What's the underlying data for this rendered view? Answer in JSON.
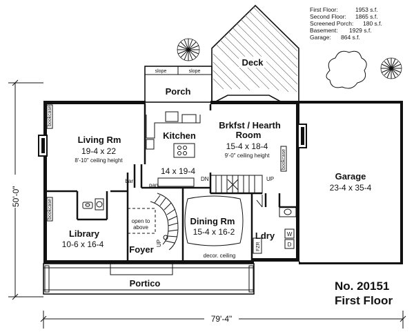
{
  "square_footage": [
    {
      "label": "First Floor:",
      "value": "1953 s.f."
    },
    {
      "label": "Second Floor:",
      "value": "1865 s.f."
    },
    {
      "label": "Screened Porch:",
      "value": "180 s.f."
    },
    {
      "label": "Basement:",
      "value": "1929 s.f."
    },
    {
      "label": "Garage:",
      "value": "864 s.f."
    }
  ],
  "rooms": {
    "deck": {
      "name": "Deck"
    },
    "porch": {
      "name": "Porch",
      "slope_left": "slope",
      "slope_right": "slope"
    },
    "living": {
      "name": "Living Rm",
      "size": "19-4 x 22",
      "note": "8'-10\" ceiling height",
      "bookcase": "bookcase"
    },
    "kitchen": {
      "name": "Kitchen",
      "size": "14 x 19-4",
      "bar": "bar",
      "pan": "pan."
    },
    "breakfast": {
      "name_line1": "Brkfst / Hearth",
      "name_line2": "Room",
      "size": "15-4 x 18-4",
      "note": "9'-0\" ceiling height",
      "bookcase": "bookcase"
    },
    "garage": {
      "name": "Garage",
      "size": "23-4 x 35-4"
    },
    "library": {
      "name": "Library",
      "size": "10-6 x 16-4",
      "bookcase": "bookcase"
    },
    "open": {
      "line1": "open to",
      "line2": "above"
    },
    "foyer": {
      "name": "Foyer"
    },
    "dining": {
      "name": "Dining Rm",
      "size": "15-4 x 16-2",
      "note": "decor. ceiling"
    },
    "laundry": {
      "name": "Ldry",
      "washer": "W",
      "dryer": "D",
      "freezer": "FZR"
    },
    "portico": {
      "name": "Portico"
    }
  },
  "stairs": {
    "dn": "DN",
    "up": "UP",
    "foyer_up": "UP"
  },
  "dimensions": {
    "depth": "50'-0\"",
    "width": "79'-4\""
  },
  "plan": {
    "number": "No. 20151",
    "floor": "First Floor"
  }
}
